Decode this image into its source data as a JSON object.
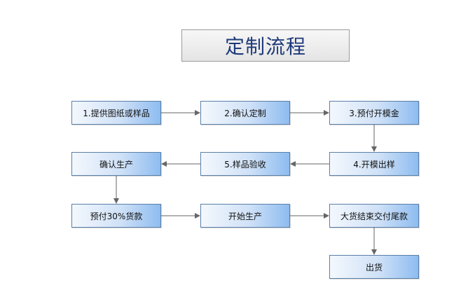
{
  "title": "定制流程",
  "steps": [
    "1.提供图纸或样品",
    "2.确认定制",
    "3.预付开模金",
    "4.开模出样",
    "5.样品验收",
    "确认生产",
    "预付30%货款",
    "开始生产",
    "大货结束交付尾款",
    "出货"
  ],
  "colors": {
    "title_text": "#1f3a7a",
    "node_border": "#5a7fa8",
    "node_gradient_light": "#f4f8fd",
    "node_gradient_dark": "#8ebcf0",
    "arrow": "#666666"
  }
}
